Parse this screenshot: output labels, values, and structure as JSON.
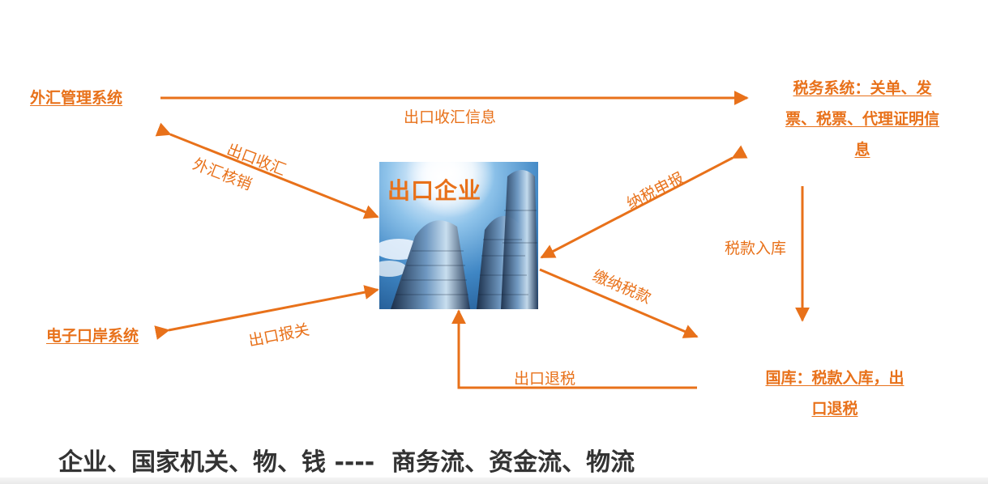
{
  "nodes": {
    "forex": "外汇管理系统",
    "tax": "税务系统：关单、发票、税票、代理证明信息",
    "eport": "电子口岸系统",
    "treasury": "国库：税款入库，出口退税"
  },
  "center": {
    "title": "出口企业"
  },
  "edges": {
    "export_forex_info": "出口收汇信息",
    "export_receipt": "出口收汇",
    "forex_verification": "外汇核销",
    "tax_declaration": "纳税申报",
    "tax_to_treasury": "税款入库",
    "pay_tax": "缴纳税款",
    "export_declaration": "出口报关",
    "export_refund": "出口退税"
  },
  "footer": "企业、国家机关、物、钱 ----  商务流、资金流、物流",
  "colors": {
    "accent": "#e8711a",
    "footer_text": "#333333"
  }
}
